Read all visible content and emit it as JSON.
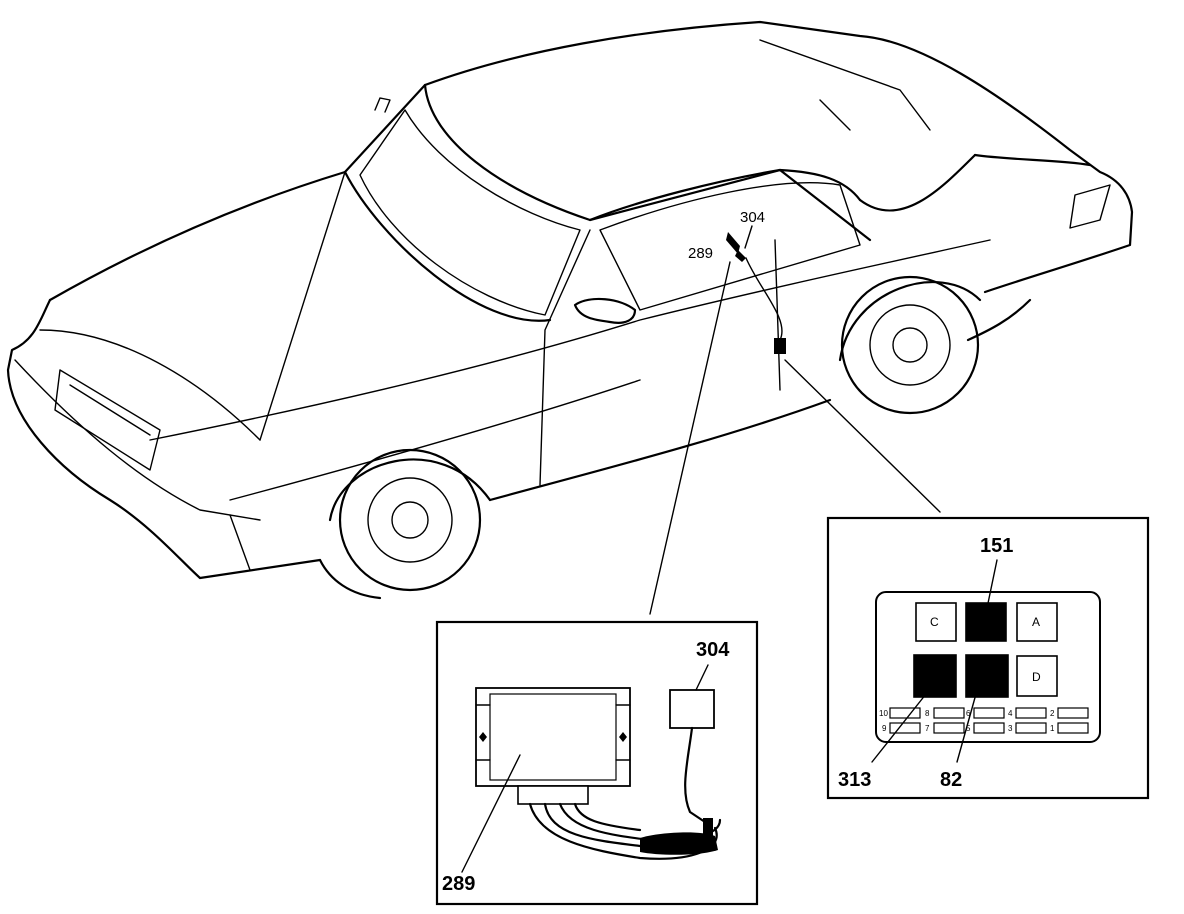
{
  "car_labels": {
    "part_289": "289",
    "part_304": "304"
  },
  "alarm_inset": {
    "label_304": "304",
    "label_289": "289"
  },
  "relay_inset": {
    "label_151": "151",
    "label_313": "313",
    "label_82": "82",
    "relays": {
      "c": "C",
      "a": "A",
      "d": "D"
    },
    "fuses_top": [
      "10",
      "8",
      "6",
      "4",
      "2"
    ],
    "fuses_bottom": [
      "9",
      "7",
      "5",
      "3",
      "1"
    ]
  },
  "colors": {
    "line": "#000000",
    "background": "#ffffff",
    "relay_fill_highlight": "#000000"
  }
}
